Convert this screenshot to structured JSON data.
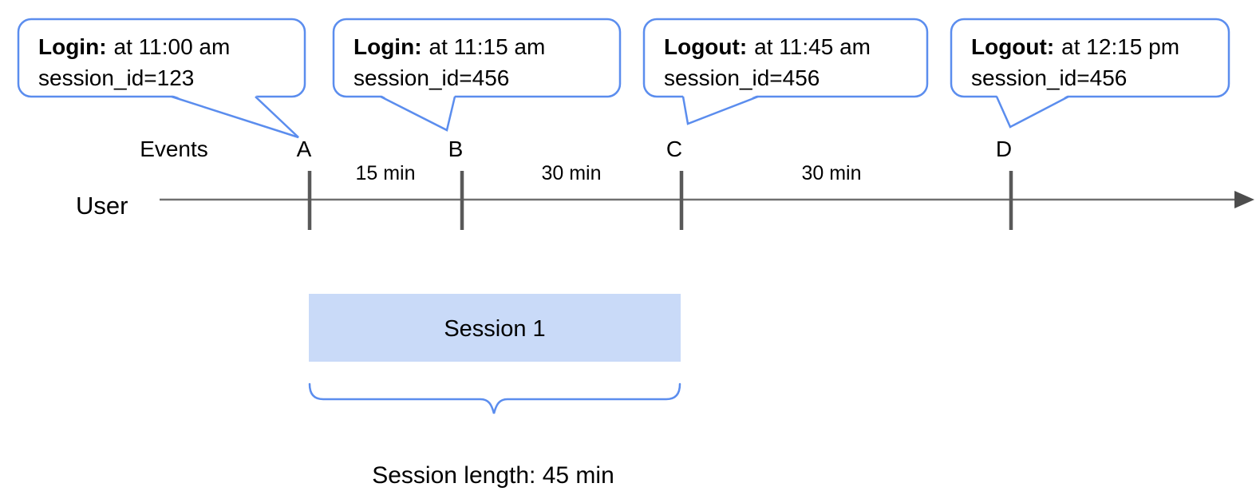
{
  "callouts": [
    {
      "event": "A",
      "title": "Login:",
      "time": "at 11:00 am",
      "session": "session_id=123"
    },
    {
      "event": "B",
      "title": "Login:",
      "time": "at 11:15 am",
      "session": "session_id=456"
    },
    {
      "event": "C",
      "title": "Logout:",
      "time": "at 11:45 am",
      "session": "session_id=456"
    },
    {
      "event": "D",
      "title": "Logout:",
      "time": "at 12:15 pm",
      "session": "session_id=456"
    }
  ],
  "timeline": {
    "row_label": "User",
    "axis_label": "Events",
    "event_marks": [
      "A",
      "B",
      "C",
      "D"
    ],
    "intervals": [
      "15 min",
      "30 min",
      "30 min"
    ]
  },
  "session": {
    "label": "Session 1",
    "caption": "Session length: 45 min"
  },
  "colors": {
    "callout_border": "#5b8dee",
    "session_fill": "#c9daf8",
    "axis_line": "#707070",
    "tick": "#595959",
    "arrow": "#4d4d4d",
    "text": "#000000"
  }
}
